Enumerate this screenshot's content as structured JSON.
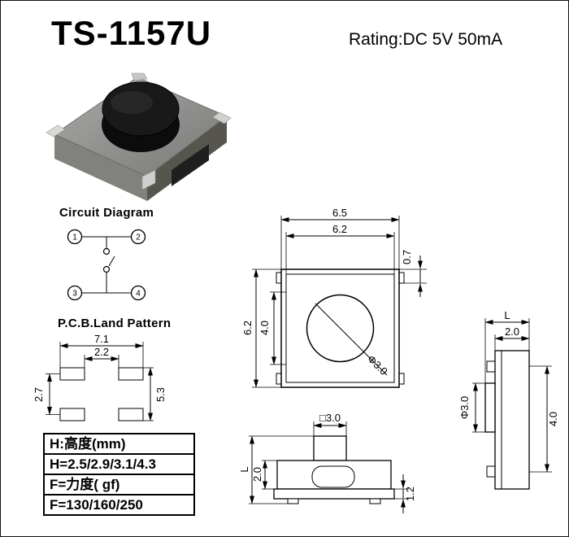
{
  "header": {
    "title": "TS-1157U",
    "rating": "Rating:DC 5V 50mA"
  },
  "circuit": {
    "label": "Circuit Diagram",
    "pin1": "1",
    "pin2": "2",
    "pin3": "3",
    "pin4": "4"
  },
  "land": {
    "label": "P.C.B.Land Pattern",
    "dim_width": "7.1",
    "dim_gap": "2.2",
    "dim_pitch": "2.7",
    "dim_height": "5.3"
  },
  "table": {
    "r1": "H:高度(mm)",
    "r2": "H=2.5/2.9/3.1/4.3",
    "r3": "F=力度( gf)",
    "r4": "F=130/160/250"
  },
  "top_view": {
    "dim_outer_width": "6.5",
    "dim_body_width": "6.2",
    "dim_tab_offset": "0.7",
    "dim_outer_height": "6.2",
    "dim_inner_height": "4.0",
    "dim_button_dia": "Φ3.0"
  },
  "front_view": {
    "dim_button": "□3.0",
    "dim_total_height": "L",
    "dim_body_height": "2.0",
    "dim_lead": "1.2"
  },
  "side_view": {
    "dim_total": "L",
    "dim_body": "2.0",
    "dim_button_dia": "Φ3.0",
    "dim_pin_span": "4.0"
  }
}
